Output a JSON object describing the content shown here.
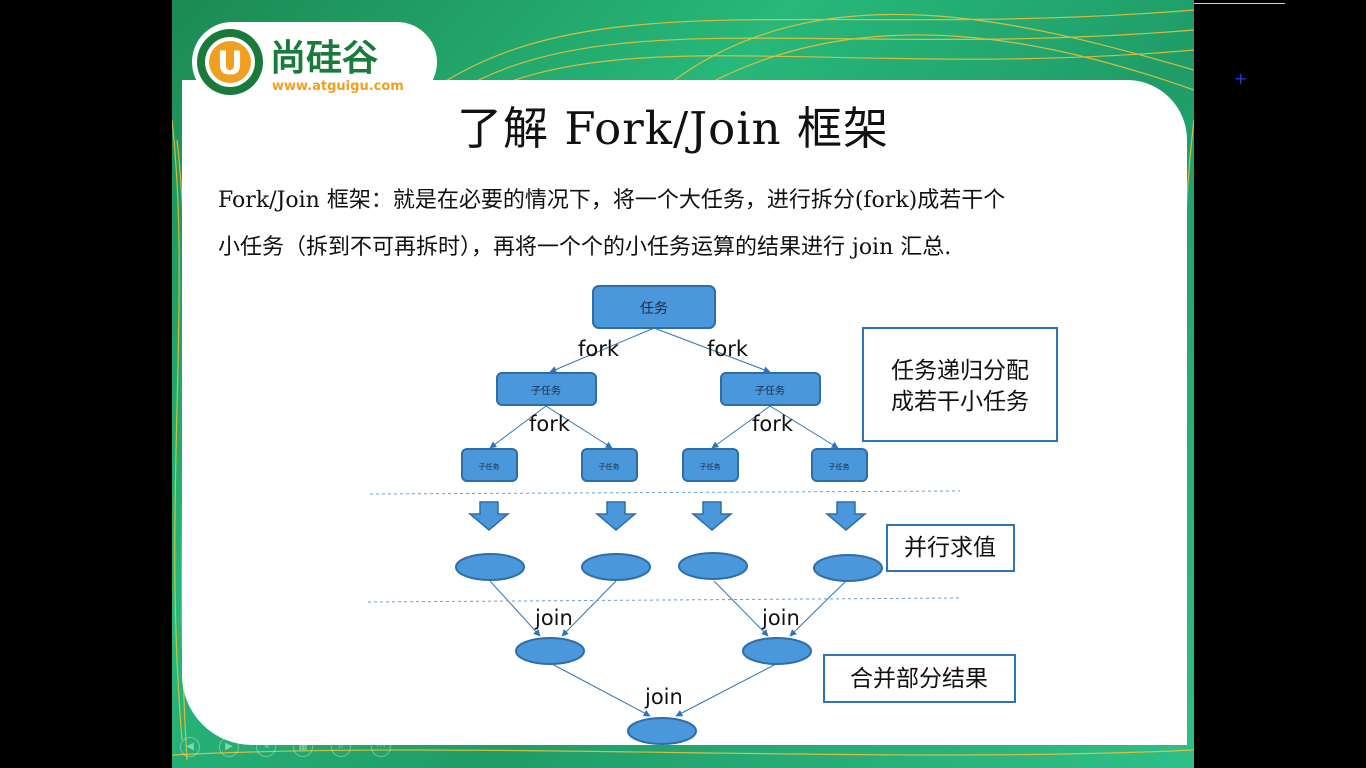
{
  "logo": {
    "brand": "尚硅谷",
    "url": "www.atguigu.com",
    "letter": "U"
  },
  "title": "了解 Fork/Join 框架",
  "paragraph": {
    "line1": "Fork/Join 框架：就是在必要的情况下，将一个大任务，进行拆分(fork)成若干个",
    "line2": "小任务（拆到不可再拆时），再将一个个的小任务运算的结果进行 join 汇总."
  },
  "diagram": {
    "root": "任务",
    "subtask": "子任务",
    "leaf": "子任务",
    "fork": "fork",
    "join": "join",
    "note_split": [
      "任务递归分配",
      "成若干小任务"
    ],
    "note_parallel": "并行求值",
    "note_merge": "合并部分结果",
    "colors": {
      "node_fill": "#4a97dc",
      "node_stroke": "#2d6ea8",
      "arrow": "#2e75b6"
    }
  }
}
